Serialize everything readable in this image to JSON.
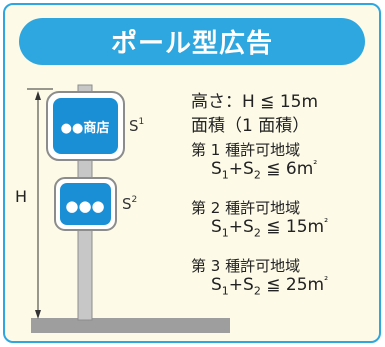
{
  "header": {
    "title": "ポール型広告"
  },
  "diagram": {
    "sign_top_text": "●●商店",
    "sign_bottom_text": "●●●",
    "label_s1": "S",
    "label_s1_sup": "1",
    "label_s2": "S",
    "label_s2_sup": "2",
    "label_h": "H"
  },
  "spec": {
    "height_rule": "高さ：H ≦ 15m",
    "area_heading": "面積（1 面積）",
    "zones": [
      {
        "name": "第 1 種許可地域",
        "formula_prefix": "S",
        "sub1": "1",
        "plus": "+S",
        "sub2": "2",
        "formula_suffix": " ≦ 6m",
        "unit_sup": "²"
      },
      {
        "name": "第 2 種許可地域",
        "formula_prefix": "S",
        "sub1": "1",
        "plus": "+S",
        "sub2": "2",
        "formula_suffix": " ≦ 15m",
        "unit_sup": "²"
      },
      {
        "name": "第 3 種許可地域",
        "formula_prefix": "S",
        "sub1": "1",
        "plus": "+S",
        "sub2": "2",
        "formula_suffix": " ≦ 25m",
        "unit_sup": "²"
      }
    ]
  },
  "colors": {
    "accent": "#2ea7e0",
    "sign_blue": "#1b8fd6",
    "pole": "#9e9e9e",
    "background": "#fdfbe8"
  }
}
